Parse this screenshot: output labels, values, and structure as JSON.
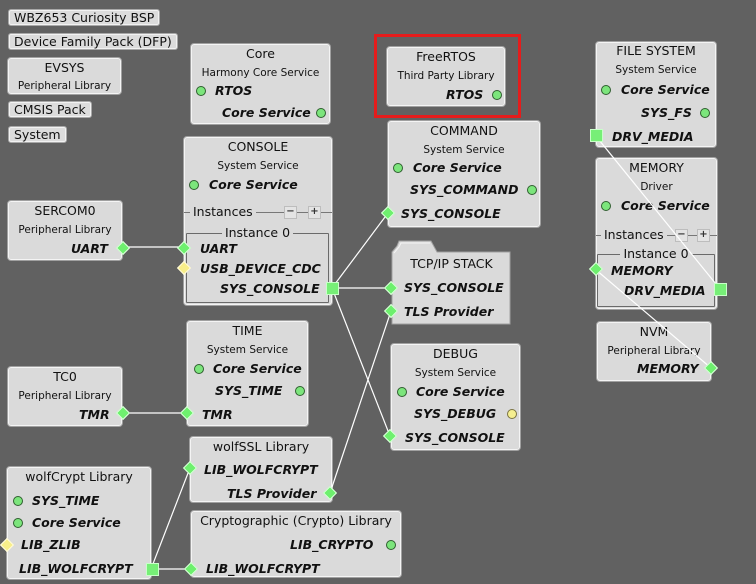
{
  "left_items": [
    {
      "label": "WBZ653 Curiosity BSP"
    },
    {
      "label": "Device Family Pack (DFP)"
    },
    {
      "label": "CMSIS Pack"
    },
    {
      "label": "System"
    }
  ],
  "blocks": {
    "evsys": {
      "title": "EVSYS",
      "subtitle": "Peripheral Library"
    },
    "core": {
      "title": "Core",
      "subtitle": "Harmony Core Service",
      "ports": [
        "RTOS",
        "Core Service"
      ]
    },
    "freertos": {
      "title": "FreeRTOS",
      "subtitle": "Third Party Library",
      "ports": [
        "RTOS"
      ],
      "highlighted": true
    },
    "file_system": {
      "title": "FILE SYSTEM",
      "subtitle": "System Service",
      "ports": [
        "Core Service",
        "SYS_FS",
        "DRV_MEDIA"
      ]
    },
    "console": {
      "title": "CONSOLE",
      "subtitle": "System Service",
      "ports": [
        "Core Service"
      ],
      "instances_label": "Instances",
      "instance_title": "Instance 0",
      "instance_ports": [
        "UART",
        "USB_DEVICE_CDC",
        "SYS_CONSOLE"
      ]
    },
    "command": {
      "title": "COMMAND",
      "subtitle": "System Service",
      "ports": [
        "Core Service",
        "SYS_COMMAND",
        "SYS_CONSOLE"
      ]
    },
    "memory": {
      "title": "MEMORY",
      "subtitle": "Driver",
      "ports": [
        "Core Service"
      ],
      "instances_label": "Instances",
      "instance_title": "Instance 0",
      "instance_ports": [
        "MEMORY",
        "DRV_MEDIA"
      ]
    },
    "sercom0": {
      "title": "SERCOM0",
      "subtitle": "Peripheral Library",
      "ports": [
        "UART"
      ]
    },
    "tcpip": {
      "title": "TCP/IP STACK",
      "ports": [
        "SYS_CONSOLE",
        "TLS Provider"
      ]
    },
    "time": {
      "title": "TIME",
      "subtitle": "System Service",
      "ports": [
        "Core Service",
        "SYS_TIME",
        "TMR"
      ]
    },
    "nvm": {
      "title": "NVM",
      "subtitle": "Peripheral Library",
      "ports": [
        "MEMORY"
      ]
    },
    "tc0": {
      "title": "TC0",
      "subtitle": "Peripheral Library",
      "ports": [
        "TMR"
      ]
    },
    "debug": {
      "title": "DEBUG",
      "subtitle": "System Service",
      "ports": [
        "Core Service",
        "SYS_DEBUG",
        "SYS_CONSOLE"
      ]
    },
    "wolfssl": {
      "title": "wolfSSL Library",
      "ports": [
        "LIB_WOLFCRYPT",
        "TLS Provider"
      ]
    },
    "wolfcrypt": {
      "title": "wolfCrypt Library",
      "ports": [
        "SYS_TIME",
        "Core Service",
        "LIB_ZLIB",
        "LIB_WOLFCRYPT"
      ]
    },
    "crypto": {
      "title": "Cryptographic (Crypto) Library",
      "ports": [
        "LIB_CRYPTO",
        "LIB_WOLFCRYPT"
      ]
    }
  },
  "buttons": {
    "minus": "−",
    "plus": "+"
  },
  "colors": {
    "highlight": "#e51c1c",
    "port_green": "#77ef77",
    "port_yellow": "#f8ee8a",
    "canvas": "#616161"
  }
}
